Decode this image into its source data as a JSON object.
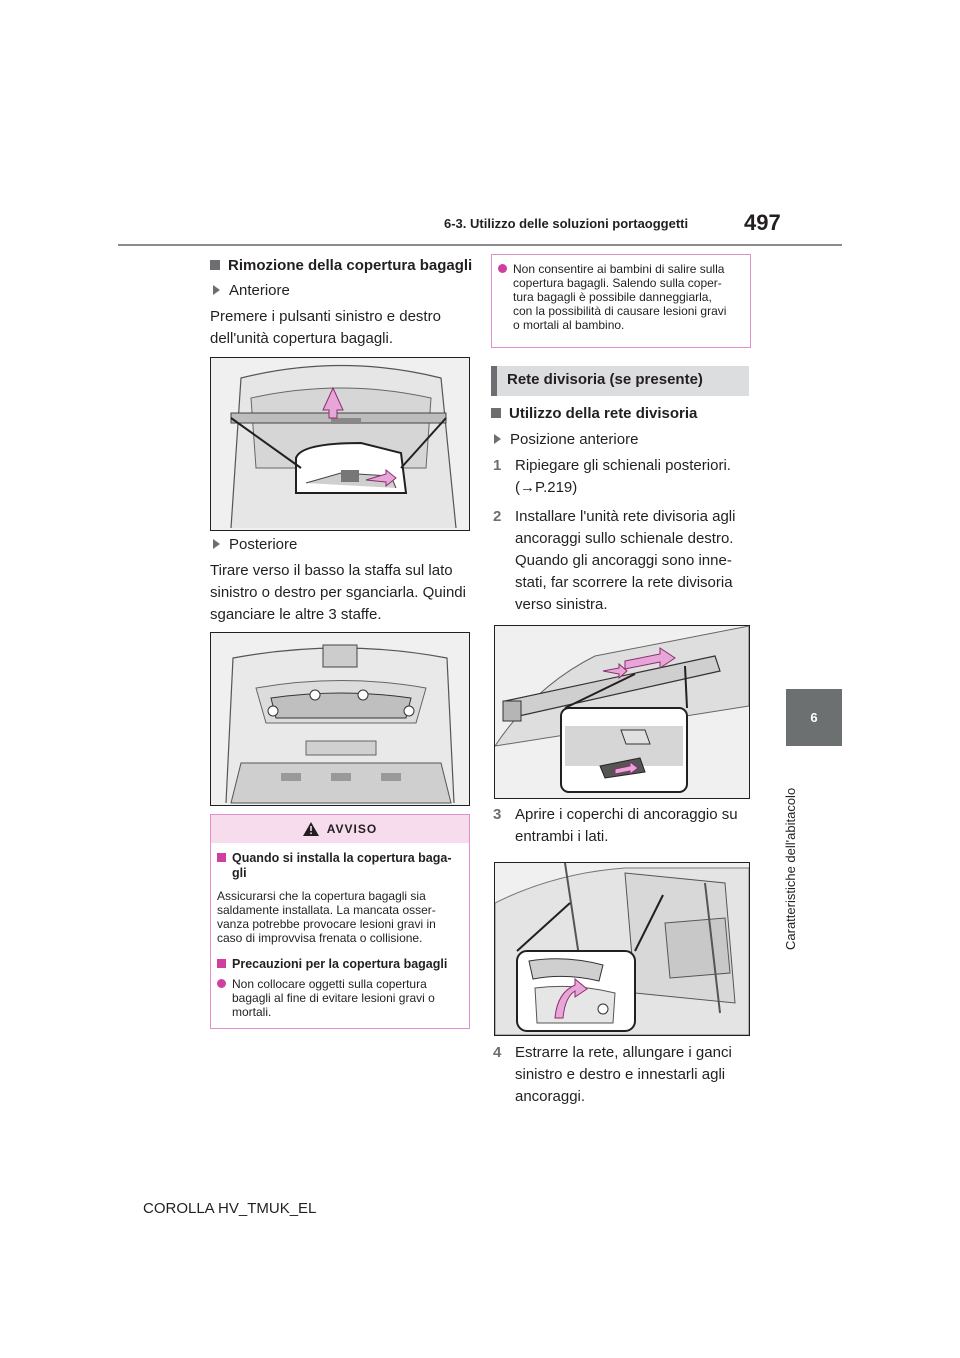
{
  "header": {
    "section_title": "6-3. Utilizzo delle soluzioni portaoggetti",
    "page_number": "497"
  },
  "side_tab": {
    "chapter_number": "6",
    "chapter_title": "Caratteristiche dell'abitacolo"
  },
  "left_column": {
    "heading": "Rimozione della copertura bagagli",
    "sub1": "Anteriore",
    "para1_line1": "Premere i pulsanti sinistro e destro",
    "para1_line2": "dell'unità copertura bagagli.",
    "sub2": "Posteriore",
    "para2_line1": "Tirare verso il basso la staffa sul lato",
    "para2_line2": "sinistro o destro per sganciarla. Quindi",
    "para2_line3": "sganciare le altre 3 staffe."
  },
  "warning": {
    "title": "AVVISO",
    "item1_title_line1": "Quando si installa la copertura baga-",
    "item1_title_line2": "gli",
    "item1_text_line1": "Assicurarsi che la copertura bagagli sia",
    "item1_text_line2": "saldamente installata. La mancata osser-",
    "item1_text_line3": "vanza potrebbe provocare lesioni gravi in",
    "item1_text_line4": "caso di improvvisa frenata o collisione.",
    "item2_title": "Precauzioni per la copertura bagagli",
    "item2_line1": "Non collocare oggetti sulla copertura",
    "item2_line2": "bagagli al fine di evitare lesioni gravi o",
    "item2_line3": "mortali."
  },
  "right_column": {
    "cont_line1": "Non consentire ai bambini di salire sulla",
    "cont_line2": "copertura bagagli. Salendo sulla coper-",
    "cont_line3": "tura bagagli è possibile danneggiarla,",
    "cont_line4": "con la possibilità di causare lesioni gravi",
    "cont_line5": "o mortali al bambino.",
    "section_title": "Rete divisoria (se presente)",
    "heading": "Utilizzo della rete divisoria",
    "sub1": "Posizione anteriore",
    "step1_num": "1",
    "step1_line1": "Ripiegare gli schienali posteriori.",
    "step1_line2": "(→P.219)",
    "step2_num": "2",
    "step2_line1": "Installare l'unità rete divisoria agli",
    "step2_line2": "ancoraggi sullo schienale destro.",
    "step2_line3": "Quando gli ancoraggi sono inne-",
    "step2_line4": "stati, far scorrere la rete divisoria",
    "step2_line5": "verso sinistra.",
    "step3_num": "3",
    "step3_line1": "Aprire i coperchi di ancoraggio su",
    "step3_line2": "entrambi i lati.",
    "step4_num": "4",
    "step4_line1": "Estrarre la rete, allungare i ganci",
    "step4_line2": "sinistro e destro e innestarli agli",
    "step4_line3": "ancoraggi."
  },
  "footer": {
    "model": "COROLLA HV_TMUK_EL"
  },
  "colors": {
    "accent_pink": "#d03fa0",
    "warning_bg": "#f7dcee",
    "tab_gray": "#6d7071",
    "arrow_pink": "#e8a6d8"
  }
}
